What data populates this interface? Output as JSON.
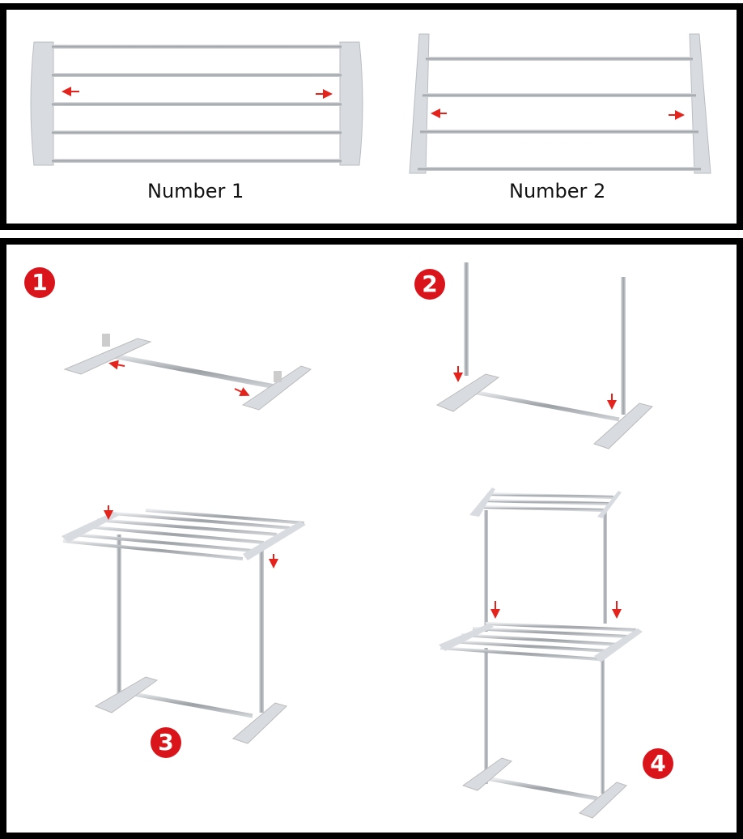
{
  "top_panel": {
    "items": [
      {
        "label": "Number 1"
      },
      {
        "label": "Number 2"
      }
    ]
  },
  "steps": [
    {
      "number": "1"
    },
    {
      "number": "2"
    },
    {
      "number": "3"
    },
    {
      "number": "4"
    }
  ],
  "colors": {
    "arrow": "#e3231c",
    "badge": "#d9141b",
    "plastic": "#d8dbdf",
    "steel": "#a9adb2"
  }
}
